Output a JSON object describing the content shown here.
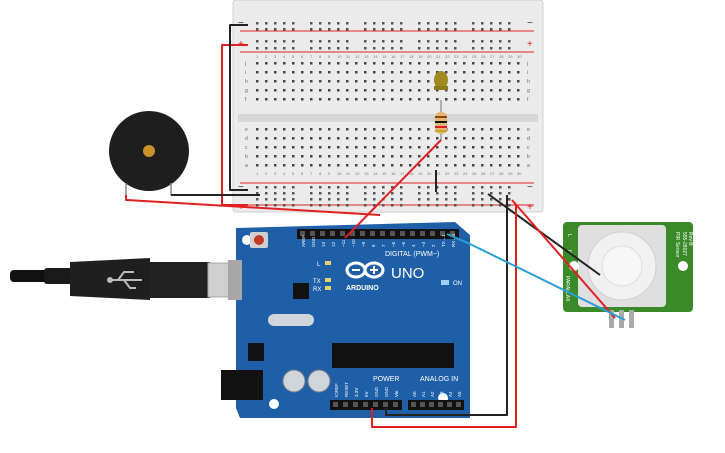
{
  "breadboard": {
    "rail_plus": "+",
    "rail_minus": "−",
    "row_letters_top": [
      "j",
      "i",
      "h",
      "g",
      "f"
    ],
    "row_letters_bottom": [
      "e",
      "d",
      "c",
      "b",
      "a"
    ],
    "column_count": 30
  },
  "arduino": {
    "logo_text": "ARDUINO",
    "model": "UNO",
    "digital_label": "DIGITAL (PWM~)",
    "power_label": "POWER",
    "analog_label": "ANALOG IN",
    "on_label": "ON",
    "l_label": "L",
    "tx_label": "TX",
    "rx_label": "RX",
    "digital_pins": [
      "AREF",
      "GND",
      "13",
      "12",
      "~11",
      "~10",
      "~9",
      "8",
      "7",
      "~6",
      "~5",
      "4",
      "~3",
      "2",
      "TX→1",
      "RX←0"
    ],
    "power_pins": [
      "IOREF",
      "RESET",
      "3.3V",
      "5V",
      "GND",
      "GND",
      "Vin"
    ],
    "analog_pins": [
      "A0",
      "A1",
      "A2",
      "A3",
      "A4",
      "A5"
    ]
  },
  "pir": {
    "side_text_1": "PIR Sensor",
    "side_text_2": "555-28027",
    "side_text_3": "Rev B",
    "bottom_text": "PARALLAX",
    "leg_marks": [
      "L",
      "H"
    ]
  },
  "colors": {
    "board": "#1f5fa8",
    "breadboard": "#e9e9e9",
    "wire_red": "#e02020",
    "wire_black": "#222222",
    "wire_blue": "#2a9fd6",
    "pir_pcb": "#3a8a2a",
    "led": "#a08a20"
  }
}
